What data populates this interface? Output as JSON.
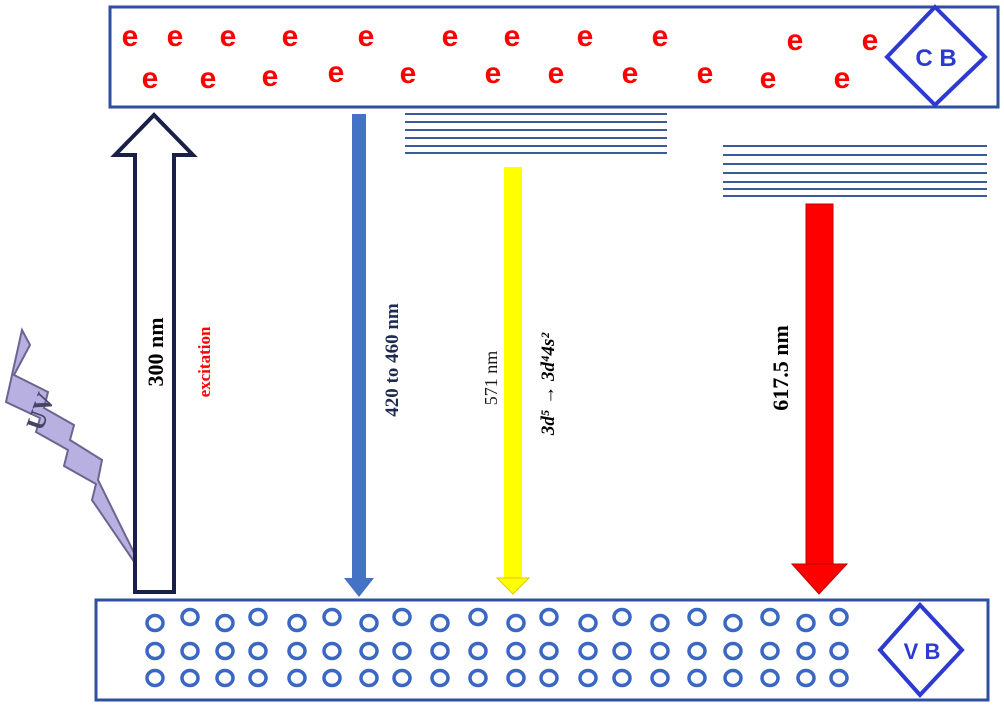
{
  "bands": {
    "conduction": {
      "label": "C B",
      "electron_symbol": "e",
      "electron_color": "#ff0000"
    },
    "valence": {
      "label": "V B",
      "hole_color": "#3a66c4"
    }
  },
  "transitions": {
    "excitation": {
      "wavelength": "300 nm",
      "label": "excitation",
      "label_color": "#ff0000"
    },
    "blue": {
      "wavelength": "420 to 460 nm",
      "color": "#4472c4"
    },
    "yellow": {
      "wavelength": "571 nm",
      "configuration": "3d⁵ → 3d⁴4s²",
      "color": "#ffff00"
    },
    "red": {
      "wavelength": "617.5 nm",
      "color": "#ff0000"
    }
  },
  "uv_source": {
    "label": "UV",
    "color": "#b8b0e0"
  },
  "colors": {
    "band_outline": "#2f4f9f",
    "diamond": "#2d3ad0",
    "trap_lines": "#3c5a9a"
  }
}
